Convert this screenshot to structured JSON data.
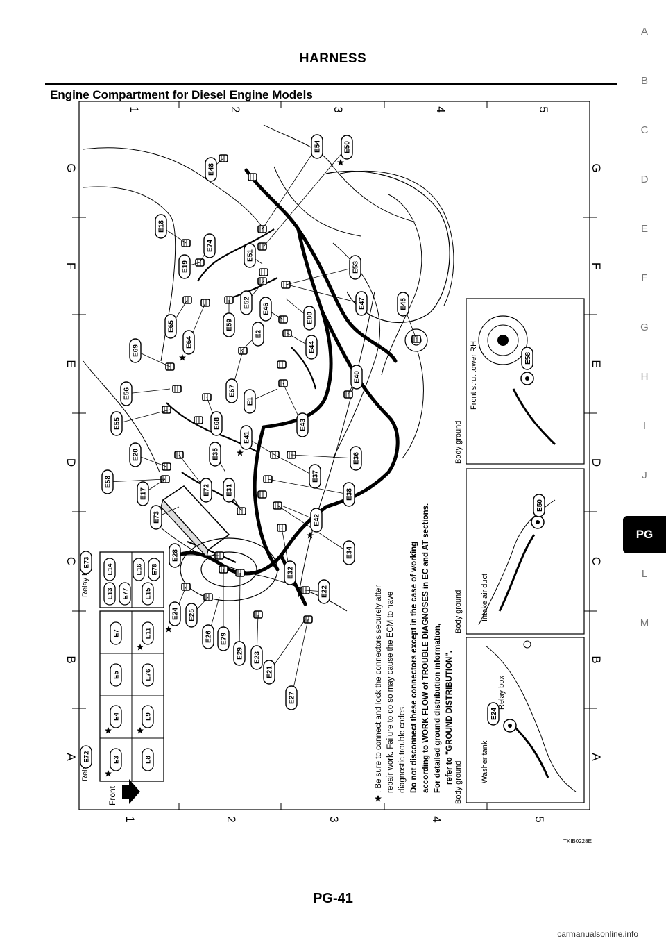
{
  "header": {
    "title": "HARNESS"
  },
  "section_title": "Engine Compartment for Diesel Engine Models",
  "side_index": [
    "A",
    "B",
    "C",
    "D",
    "E",
    "F",
    "G",
    "H",
    "I",
    "J",
    "PG",
    "L",
    "M"
  ],
  "side_index_active": "PG",
  "grid": {
    "numbers": [
      "1",
      "2",
      "3",
      "4",
      "5"
    ],
    "letters": [
      "A",
      "B",
      "C",
      "D",
      "E",
      "F",
      "G"
    ]
  },
  "connectors": [
    "E1",
    "E2",
    "E17",
    "E18",
    "E19",
    "E20",
    "E21",
    "E22",
    "E23",
    "E24",
    "E25",
    "E26",
    "E27",
    "E28",
    "E29",
    "E31",
    "E32",
    "E34",
    "E35",
    "E36",
    "E37",
    "E38",
    "E40",
    "E41",
    "E42",
    "E43",
    "E44",
    "E45",
    "E46",
    "E47",
    "E48",
    "E50",
    "E51",
    "E52",
    "E53",
    "E54",
    "E55",
    "E56",
    "E58",
    "E59",
    "E64",
    "E65",
    "E67",
    "E68",
    "E69",
    "E72",
    "E73",
    "E74",
    "E79",
    "E80"
  ],
  "relay_box_1": {
    "label": "Relay box",
    "tag": "E72",
    "cells": [
      "E3",
      "E4",
      "E5",
      "E7",
      "E8",
      "E9",
      "E76",
      "E11"
    ]
  },
  "relay_box_2": {
    "label": "Relay box",
    "tag": "E73",
    "cells": [
      "E13",
      "E14",
      "E77",
      "E16",
      "E15",
      "E78"
    ]
  },
  "front_label": "Front",
  "notes": [
    ": Be sure to connect and lock the connectors securely after",
    "repair work. Failure to do so may cause the ECM to have",
    "diagnostic trouble codes.",
    "Do not disconnect these connectors except in the case of working",
    "according to WORK FLOW of TROUBLE DIAGNOSES in EC and AT sections.",
    "For detailed ground distribution information,",
    "refer to \"GROUND DISTRIBUTION\"."
  ],
  "insets": [
    {
      "title": "Body ground",
      "connector": "E24",
      "labels": [
        "Washer tank",
        "Relay box"
      ]
    },
    {
      "title": "Body ground",
      "connector": "E50",
      "labels": [
        "Intake air duct"
      ]
    },
    {
      "title": "Body ground",
      "connector": "E58",
      "labels": [
        "Front strut tower RH"
      ]
    }
  ],
  "figure_code": "TKIB0228E",
  "footer": {
    "page": "PG-41",
    "watermark": "carmanualsonline.info"
  }
}
